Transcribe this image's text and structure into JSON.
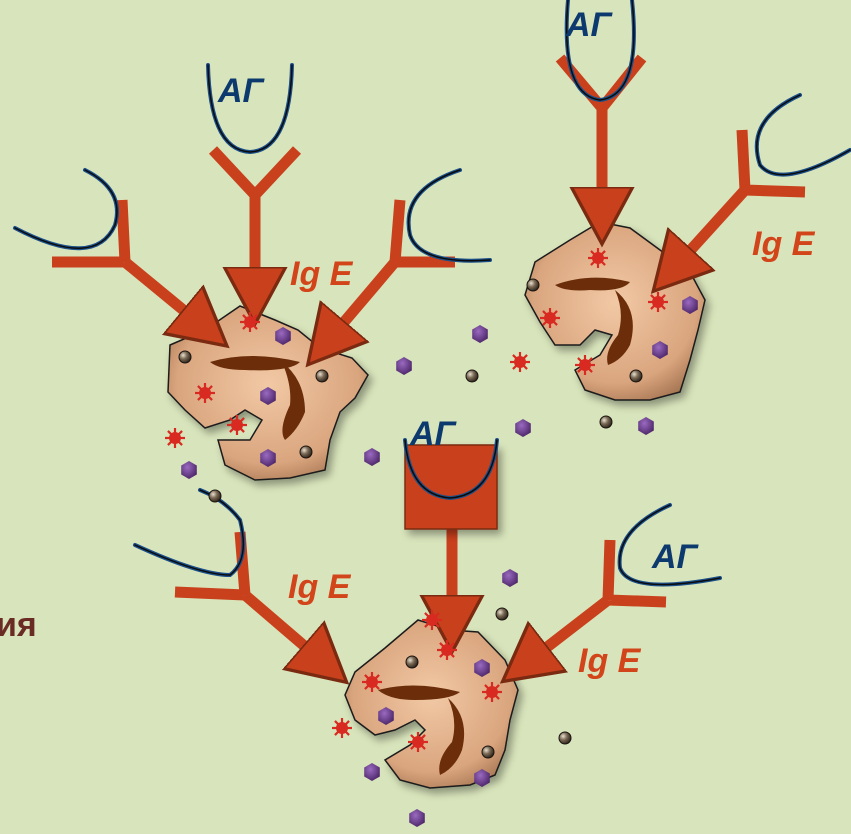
{
  "labels": {
    "antigen": "АГ",
    "ige": "Ig E",
    "cut_text": "ия"
  },
  "colors": {
    "background": "#d8e4bb",
    "arrow": "#c9401c",
    "cell": "#d9a57e",
    "nucleus": "#6b2d0a",
    "antigen_arc": "#1a4f8a",
    "granule_red": "#d82a20",
    "granule_purple": "#6a3a8c",
    "granule_brown": "#4a3a2a"
  }
}
